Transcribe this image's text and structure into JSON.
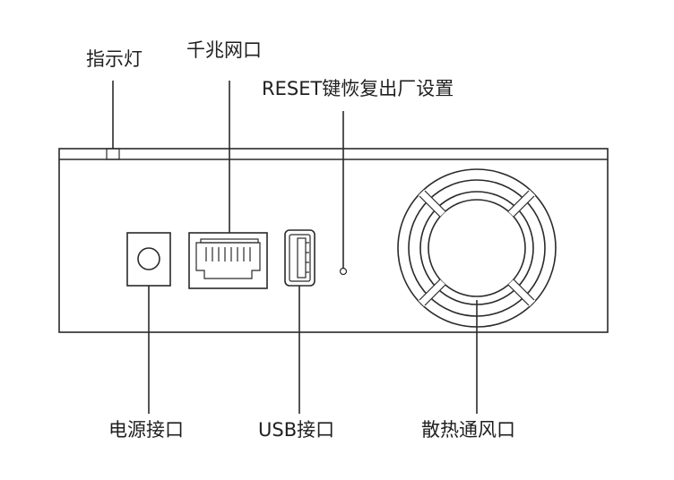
{
  "labels": {
    "indicator": "指示灯",
    "gigabit_port": "千兆网口",
    "reset": "RESET键恢复出厂设置",
    "power_port": "电源接口",
    "usb_port": "USB接口",
    "vent": "散热通风口"
  },
  "colors": {
    "line": "#2a2a2a",
    "text": "#1f1f1f",
    "background": "#ffffff"
  }
}
